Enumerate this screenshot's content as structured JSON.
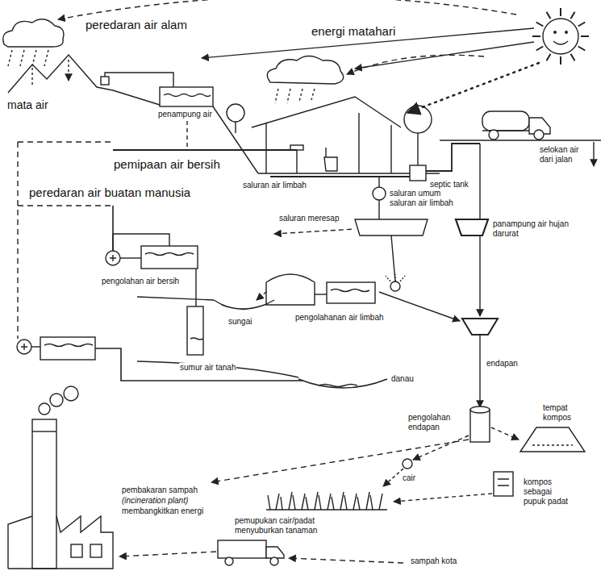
{
  "diagram": {
    "labels": [
      "peredaran air alam",
      "energi matahari",
      "mata air",
      "penampung air",
      "pemipaan air bersih",
      "saluran air limbah",
      "septic tank",
      "selokan air dari jalan",
      "peredaran air buatan manusia",
      "saluran umum saluran air limbah",
      "saluran meresap",
      "panampung air hujan darurat",
      "pengolahan air bersih",
      "sungai",
      "pengolahanan air limbah",
      "sumur air tanah",
      "endapan",
      "danau",
      "pengolahan endapan",
      "tempat kompos",
      "cair",
      "pembakaran sampah",
      "(incineration plant)",
      "membangkitkan energi",
      "pemupukan cair/padat menyuburkan tanaman",
      "kompos sebagai pupuk padat",
      "sampah kota"
    ]
  }
}
